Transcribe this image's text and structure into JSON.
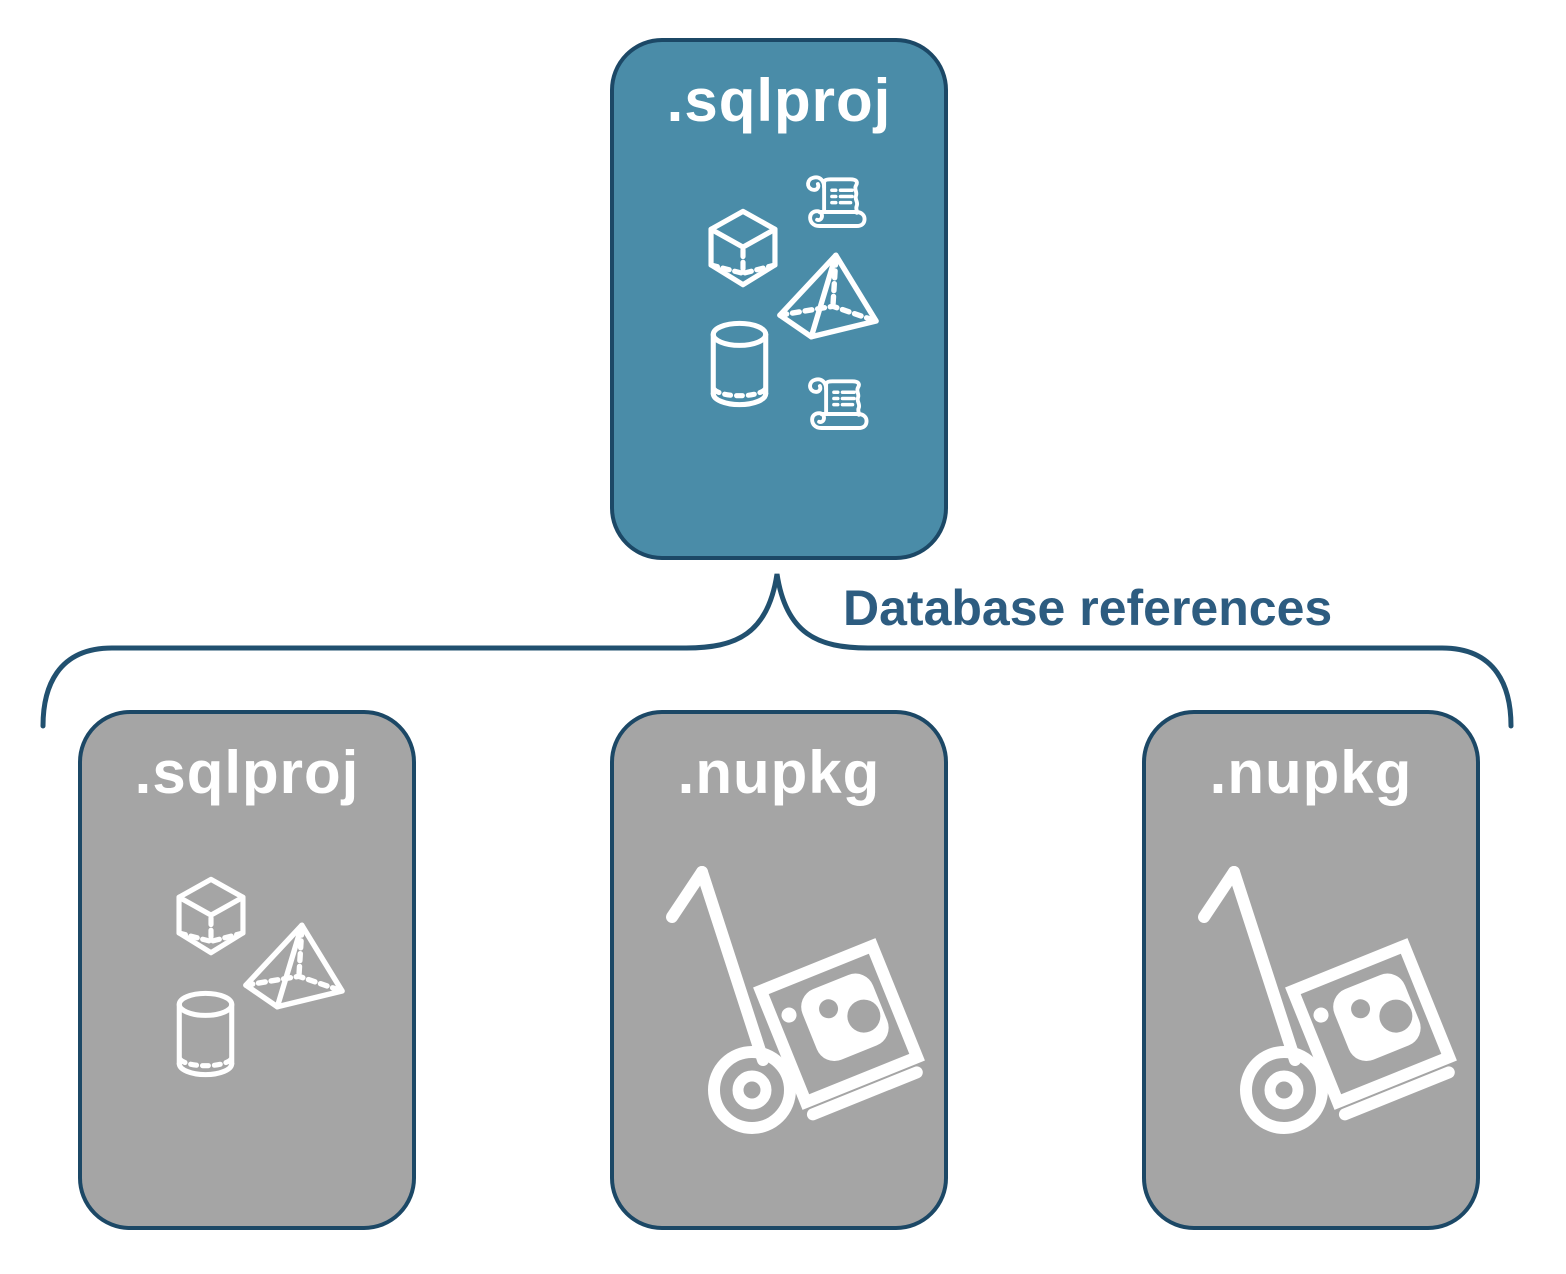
{
  "diagram": {
    "root": {
      "label": ".sqlproj",
      "icons": [
        "scroll-icon",
        "cube-icon",
        "pyramid-icon",
        "cylinder-icon",
        "scroll-icon"
      ]
    },
    "edge_label": "Database references",
    "children": [
      {
        "label": ".sqlproj",
        "icons": [
          "cube-icon",
          "pyramid-icon",
          "cylinder-icon"
        ]
      },
      {
        "label": ".nupkg",
        "icons": [
          "nuget-package-handtruck-icon"
        ]
      },
      {
        "label": ".nupkg",
        "icons": [
          "nuget-package-handtruck-icon"
        ]
      }
    ],
    "colors": {
      "root_fill": "#4A8CA8",
      "child_fill": "#A5A5A5",
      "border": "#1C4866",
      "edge_label_text": "#2D5C80",
      "icon": "#FFFFFF"
    }
  }
}
